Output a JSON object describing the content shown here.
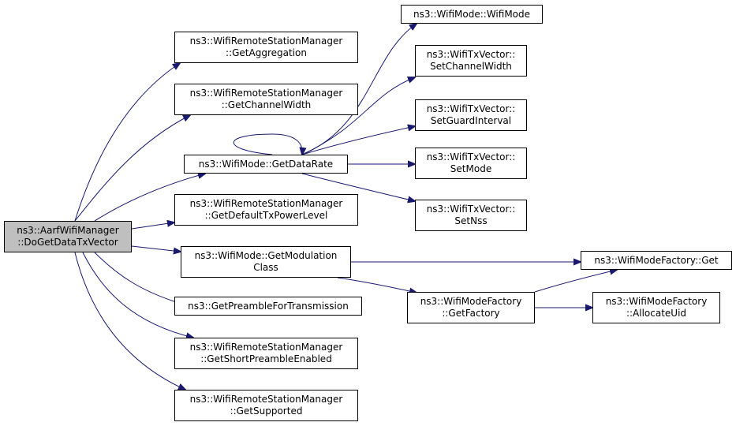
{
  "colors": {
    "edge": "#191970",
    "node_border": "#000000",
    "node_fill": "#ffffff",
    "root_fill": "#bfbfbf",
    "text": "#000000"
  },
  "nodes": [
    {
      "id": "root",
      "lines": [
        "ns3::AarfWifiManager",
        "::DoGetDataTxVector"
      ],
      "root": true
    },
    {
      "id": "get-aggregation",
      "lines": [
        "ns3::WifiRemoteStationManager",
        "::GetAggregation"
      ]
    },
    {
      "id": "get-channel-width",
      "lines": [
        "ns3::WifiRemoteStationManager",
        "::GetChannelWidth"
      ]
    },
    {
      "id": "get-data-rate",
      "lines": [
        "ns3::WifiMode::GetDataRate"
      ]
    },
    {
      "id": "get-default-tx-power-level",
      "lines": [
        "ns3::WifiRemoteStationManager",
        "::GetDefaultTxPowerLevel"
      ]
    },
    {
      "id": "get-modulation-class",
      "lines": [
        "ns3::WifiMode::GetModulation",
        "Class"
      ]
    },
    {
      "id": "get-preamble-for-transmission",
      "lines": [
        "ns3::GetPreambleForTransmission"
      ]
    },
    {
      "id": "get-short-preamble-enabled",
      "lines": [
        "ns3::WifiRemoteStationManager",
        "::GetShortPreambleEnabled"
      ]
    },
    {
      "id": "get-supported",
      "lines": [
        "ns3::WifiRemoteStationManager",
        "::GetSupported"
      ]
    },
    {
      "id": "wifi-mode-ctor",
      "lines": [
        "ns3::WifiMode::WifiMode"
      ]
    },
    {
      "id": "set-channel-width",
      "lines": [
        "ns3::WifiTxVector::",
        "SetChannelWidth"
      ]
    },
    {
      "id": "set-guard-interval",
      "lines": [
        "ns3::WifiTxVector::",
        "SetGuardInterval"
      ]
    },
    {
      "id": "set-mode",
      "lines": [
        "ns3::WifiTxVector::",
        "SetMode"
      ]
    },
    {
      "id": "set-nss",
      "lines": [
        "ns3::WifiTxVector::",
        "SetNss"
      ]
    },
    {
      "id": "wifi-mode-factory-get",
      "lines": [
        "ns3::WifiModeFactory::Get"
      ]
    },
    {
      "id": "wifi-mode-factory-get-factory",
      "lines": [
        "ns3::WifiModeFactory",
        "::GetFactory"
      ]
    },
    {
      "id": "wifi-mode-factory-allocate-uid",
      "lines": [
        "ns3::WifiModeFactory",
        "::AllocateUid"
      ]
    }
  ],
  "edges": [
    {
      "from": "root",
      "to": "get-aggregation"
    },
    {
      "from": "root",
      "to": "get-channel-width"
    },
    {
      "from": "root",
      "to": "get-data-rate"
    },
    {
      "from": "root",
      "to": "get-default-tx-power-level"
    },
    {
      "from": "root",
      "to": "get-modulation-class"
    },
    {
      "from": "root",
      "to": "get-preamble-for-transmission"
    },
    {
      "from": "root",
      "to": "get-short-preamble-enabled"
    },
    {
      "from": "root",
      "to": "get-supported"
    },
    {
      "from": "get-data-rate",
      "to": "get-data-rate"
    },
    {
      "from": "get-data-rate",
      "to": "wifi-mode-ctor"
    },
    {
      "from": "get-data-rate",
      "to": "set-channel-width"
    },
    {
      "from": "get-data-rate",
      "to": "set-guard-interval"
    },
    {
      "from": "get-data-rate",
      "to": "set-mode"
    },
    {
      "from": "get-data-rate",
      "to": "set-nss"
    },
    {
      "from": "get-modulation-class",
      "to": "wifi-mode-factory-get"
    },
    {
      "from": "get-modulation-class",
      "to": "wifi-mode-factory-get-factory"
    },
    {
      "from": "wifi-mode-factory-get-factory",
      "to": "wifi-mode-factory-get"
    },
    {
      "from": "wifi-mode-factory-get-factory",
      "to": "wifi-mode-factory-allocate-uid"
    }
  ]
}
